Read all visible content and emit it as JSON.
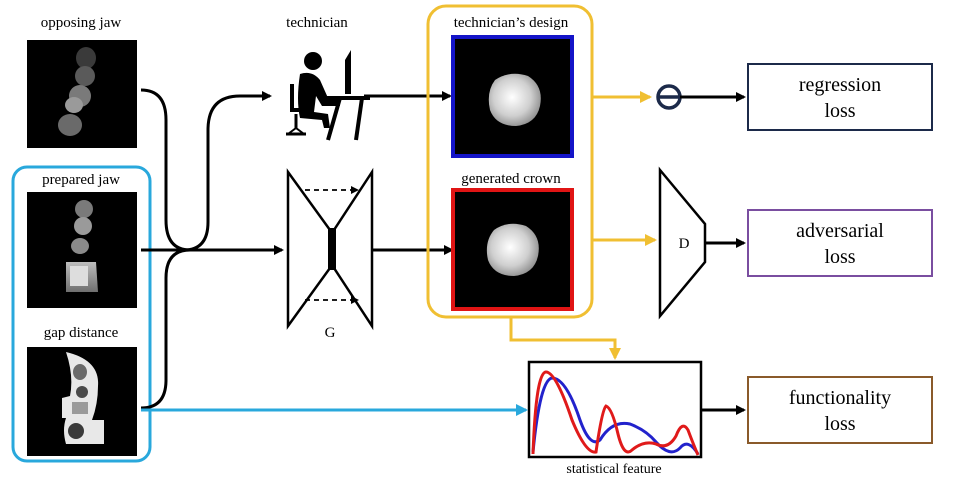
{
  "inputs": {
    "opposing_jaw": "opposing jaw",
    "prepared_jaw": "prepared jaw",
    "gap_distance": "gap distance"
  },
  "technician": {
    "label": "technician",
    "icon": "technician-at-desk-icon"
  },
  "generator": {
    "label": "G"
  },
  "designs": {
    "technician_design": "technician’s design",
    "generated_crown": "generated crown"
  },
  "discriminator": {
    "label": "D"
  },
  "feature": {
    "label": "statistical feature"
  },
  "losses": {
    "regression": [
      "regression",
      "loss"
    ],
    "adversarial": [
      "adversarial",
      "loss"
    ],
    "functionality": [
      "functionality",
      "loss"
    ]
  },
  "colors": {
    "input_group_border": "#29a8dc",
    "designs_group_border": "#f0bf32",
    "technician_design_frame": "#1414c8",
    "generated_crown_frame": "#e01414",
    "regression_box": "#1c2a4a",
    "adversarial_box": "#7a4ea0",
    "functionality_box": "#8a5a2a",
    "curve_red": "#e01a1a",
    "curve_blue": "#2222cc",
    "compare_op": "#1c2a4a"
  }
}
